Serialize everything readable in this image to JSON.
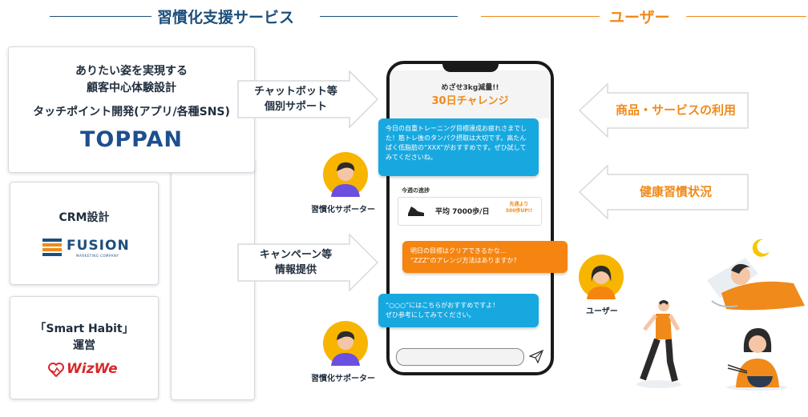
{
  "headers": {
    "left": "習慣化支援サービス",
    "right": "ユーザー"
  },
  "services": {
    "box1": {
      "line1": "ありたい姿を実現する",
      "line2": "顧客中心体験設計",
      "line3": "タッチポイント開発(アプリ/各種SNS)",
      "logo": "TOPPAN"
    },
    "box2": {
      "label": "CRM設計",
      "logo": "FUSION",
      "logo_sub": "MARKETING COMPANY"
    },
    "box3": {
      "line1": "「Smart Habit」",
      "line2": "運営",
      "logo": "WizWe"
    }
  },
  "arrows": {
    "chatbot": {
      "line1": "チャットボット等",
      "line2": "個別サポート"
    },
    "campaign": {
      "line1": "キャンペーン等",
      "line2": "情報提供"
    },
    "product_use": "商品・サービスの利用",
    "health": "健康習慣状況"
  },
  "phone": {
    "banner_line1": "めざせ3kg減量!!",
    "banner_line2": "30日チャレンジ",
    "msg1": "今日の自重トレーニング目標達成お疲れさまでした！筋トレ後のタンパク摂取は大切です。高たんぱく低脂肪の“XXX”がおすすめです。ぜひ試してみてくださいね。",
    "progress_label": "今週の進捗",
    "progress_value": "平均 7000歩/日",
    "progress_badge_line1": "先週より",
    "progress_badge_line2": "500歩UP!!",
    "msg2_line1": "明日の目標はクリアできるかな…",
    "msg2_line2": "“ZZZ”のアレンジ方法はありますか？",
    "msg3_line1": "“○○○”にはこちらがおすすめですよ！",
    "msg3_line2": "ぜひ参考にしてみてください。"
  },
  "people": {
    "supporter_top": "習慣化サポーター",
    "supporter_bottom": "習慣化サポーター",
    "user": "ユーザー"
  },
  "colors": {
    "navy": "#1d4f7c",
    "orange": "#f08a1a",
    "bubble_blue": "#18a8e0",
    "bubble_orange": "#f58410",
    "avatar_yellow": "#f7b500",
    "avatar_purple": "#6c4fe0"
  },
  "icons": [
    "person-avatar-icon",
    "shoe-icon",
    "send-icon",
    "moon-icon",
    "sleeping-person-icon",
    "walking-person-icon",
    "eating-person-icon"
  ]
}
